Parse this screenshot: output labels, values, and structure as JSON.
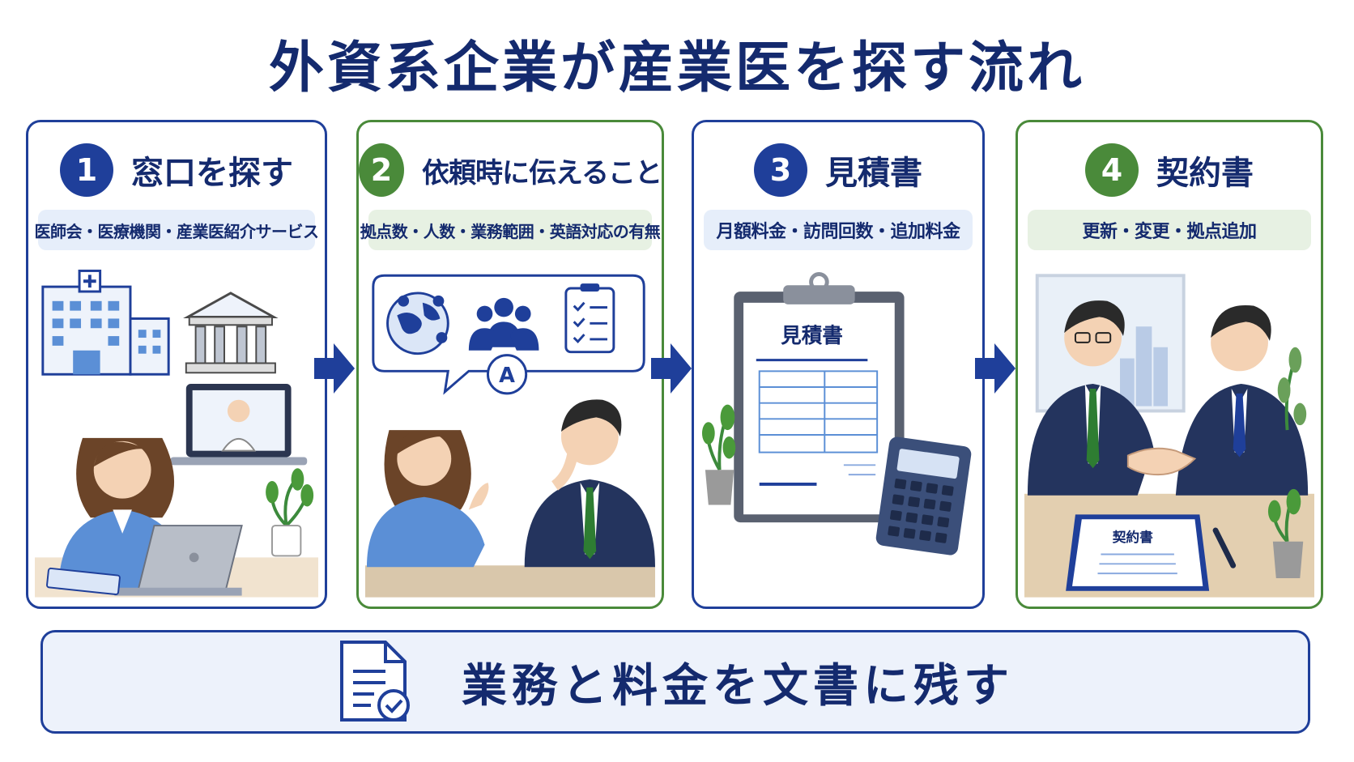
{
  "title": "外資系企業が産業医を探す流れ",
  "steps": [
    {
      "number": "1",
      "title": "窓口を探す",
      "subtitle": "医師会・医療機関・産業医紹介サービス"
    },
    {
      "number": "2",
      "title": "依頼時に伝えること",
      "subtitle": "拠点数・人数・業務範囲・英語対応の有無"
    },
    {
      "number": "3",
      "title": "見積書",
      "subtitle": "月額料金・訪問回数・追加料金"
    },
    {
      "number": "4",
      "title": "契約書",
      "subtitle": "更新・変更・拠点追加"
    }
  ],
  "illustrations": {
    "quote_doc_title": "見積書",
    "contract_doc_title": "契約書",
    "speech_letter": "A"
  },
  "footer": {
    "text": "業務と料金を文書に残す"
  },
  "colors": {
    "navy": "#142a6e",
    "blue": "#1f3f9a",
    "green": "#4a8a3a"
  }
}
